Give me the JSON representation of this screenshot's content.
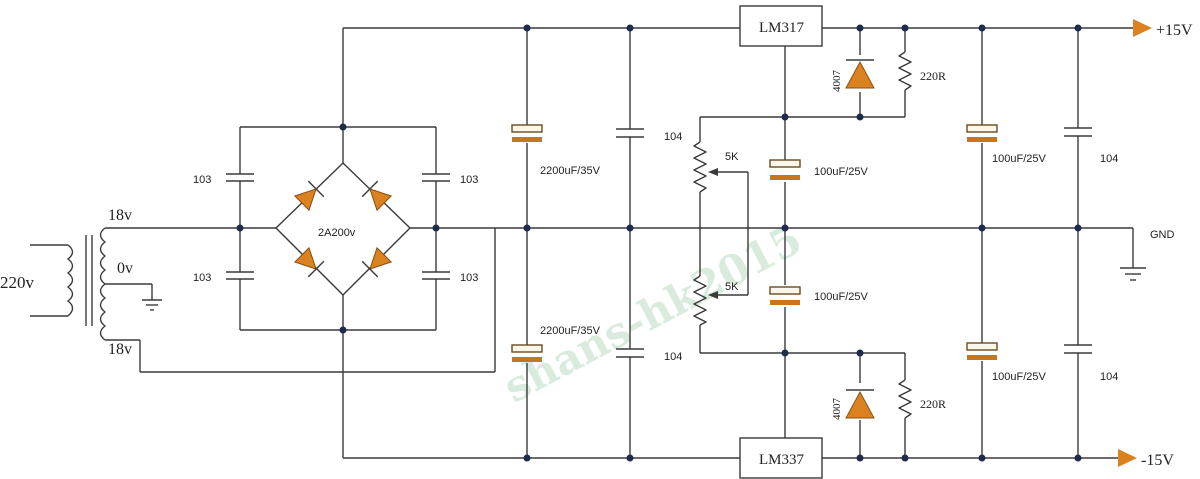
{
  "transformer": {
    "primary_label": "220v",
    "secondary_top": "18v",
    "center_tap": "0v",
    "secondary_bottom": "18v"
  },
  "bridge": {
    "label": "2A200v"
  },
  "bridge_caps": {
    "top_left": "103",
    "top_right": "103",
    "bottom_left": "103",
    "bottom_right": "103"
  },
  "filter": {
    "ecap_top": "2200uF/35V",
    "ecap_bottom": "2200uF/35V",
    "cap_top": "104",
    "cap_bottom": "104"
  },
  "regulators": {
    "positive": "LM317",
    "negative": "LM337"
  },
  "adjust": {
    "pot_top": "5K",
    "pot_bottom": "5K",
    "ecap_top": "100uF/25V",
    "ecap_bottom": "100uF/25V"
  },
  "protection": {
    "diode_top": "4007",
    "diode_bottom": "4007",
    "res_top": "220R",
    "res_bottom": "220R"
  },
  "output": {
    "ecap_top": "100uF/25V",
    "ecap_bottom": "100uF/25V",
    "cap_top": "104",
    "cap_bottom": "104",
    "pos_label": "+15V",
    "neg_label": "-15V",
    "gnd_label": "GND"
  },
  "watermark": "shans-hk2015"
}
